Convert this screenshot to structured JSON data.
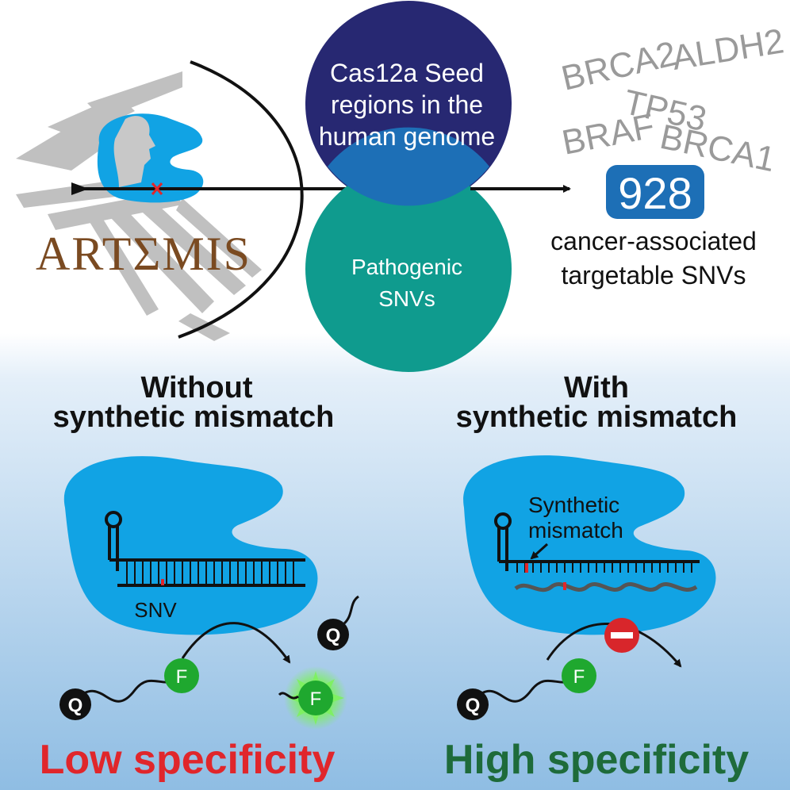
{
  "logo": {
    "text": "ARTΣMIS"
  },
  "venn": {
    "top_circle": {
      "line1": "Cas12a Seed",
      "line2": "regions in the",
      "line3": "human genome",
      "color": "#272872"
    },
    "bottom_circle": {
      "line1": "Pathogenic",
      "line2": "SNVs",
      "color": "#0f9b8e"
    },
    "overlap_color": "#1d6fb6"
  },
  "genes": [
    "BRCA2",
    "ALDH2",
    "TP53",
    "BRAF",
    "BRCA1"
  ],
  "result": {
    "count": "928",
    "line1": "cancer-associated",
    "line2": "targetable SNVs",
    "badge_color": "#1d6fb6"
  },
  "left_panel": {
    "title_line1": "Without",
    "title_line2": "synthetic mismatch",
    "snv_label": "SNV",
    "quencher_label": "Q",
    "fluorophore_label": "F",
    "outcome": "Low specificity",
    "outcome_color": "#e0262b"
  },
  "right_panel": {
    "title_line1": "With",
    "title_line2": "synthetic mismatch",
    "mismatch_label_line1": "Synthetic",
    "mismatch_label_line2": "mismatch",
    "quencher_label": "Q",
    "fluorophore_label": "F",
    "outcome": "High specificity",
    "outcome_color": "#1e6b3a"
  },
  "colors": {
    "protein": "#11a3e4",
    "fluorophore": "#1fa82f",
    "quencher": "#111111",
    "block": "#d8262b",
    "bg_top": "#ffffff",
    "bg_bottom": "#8fbde3"
  }
}
